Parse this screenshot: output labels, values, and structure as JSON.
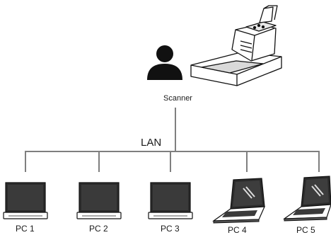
{
  "diagram": {
    "scanner_label": "Scanner",
    "network_label": "LAN",
    "line_color": "#7f7f7f",
    "device_color": "#2b2b2b",
    "nodes": [
      {
        "label": "PC 1",
        "icon": "monitor-icon"
      },
      {
        "label": "PC 2",
        "icon": "monitor-icon"
      },
      {
        "label": "PC 3",
        "icon": "monitor-icon"
      },
      {
        "label": "PC 4",
        "icon": "laptop-icon"
      },
      {
        "label": "PC 5",
        "icon": "laptop-icon"
      }
    ],
    "icons": {
      "user": "person-icon",
      "scanner": "document-scanner-icon"
    }
  }
}
